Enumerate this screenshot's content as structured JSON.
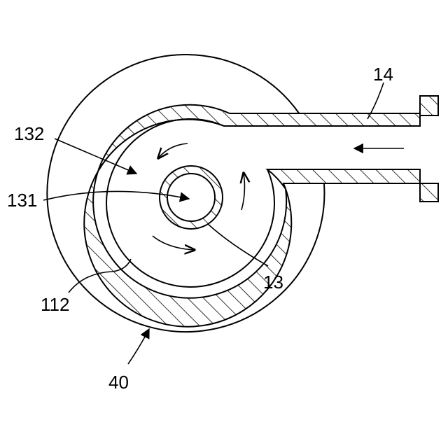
{
  "labels": {
    "l14": "14",
    "l132": "132",
    "l131": "131",
    "l13": "13",
    "l112": "112",
    "l40": "40"
  },
  "colors": {
    "ink": "#000000",
    "paper": "#ffffff"
  }
}
